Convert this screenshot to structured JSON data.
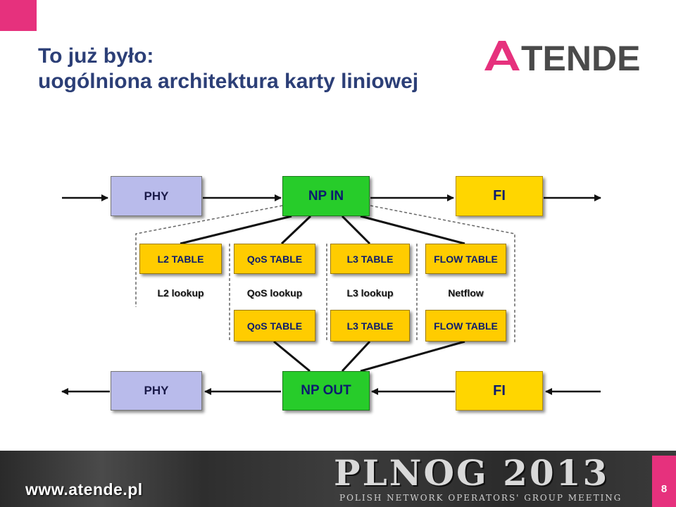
{
  "title": {
    "line1": "To już było:",
    "line2": "uogólniona architektura karty liniowej"
  },
  "logo": {
    "text": "ATENDE",
    "colors": {
      "A": "#e6317d",
      "rest": "#4a4a4a"
    }
  },
  "diagram": {
    "top_row": {
      "phy": "PHY",
      "np": "NP IN",
      "fi": "FI"
    },
    "tables": [
      "L2 TABLE",
      "QoS TABLE",
      "L3 TABLE",
      "FLOW TABLE"
    ],
    "lookups": [
      "L2 lookup",
      "QoS lookup",
      "L3 lookup",
      "Netflow"
    ],
    "tables_out": [
      "QoS TABLE",
      "L3 TABLE",
      "FLOW TABLE"
    ],
    "bottom_row": {
      "phy": "PHY",
      "np": "NP OUT",
      "fi": "FI"
    },
    "colors": {
      "phy": "#b9bbeb",
      "np": "#27cc2a",
      "fi": "#ffd600",
      "table": "#ffcc00",
      "text": "#0b1b6e"
    }
  },
  "footer": {
    "url": "www.atende.pl",
    "event": "PLNOG 2013",
    "subtitle": "POLISH NETWORK OPERATORS' GROUP MEETING",
    "page": "8",
    "accent": "#e6317d"
  }
}
